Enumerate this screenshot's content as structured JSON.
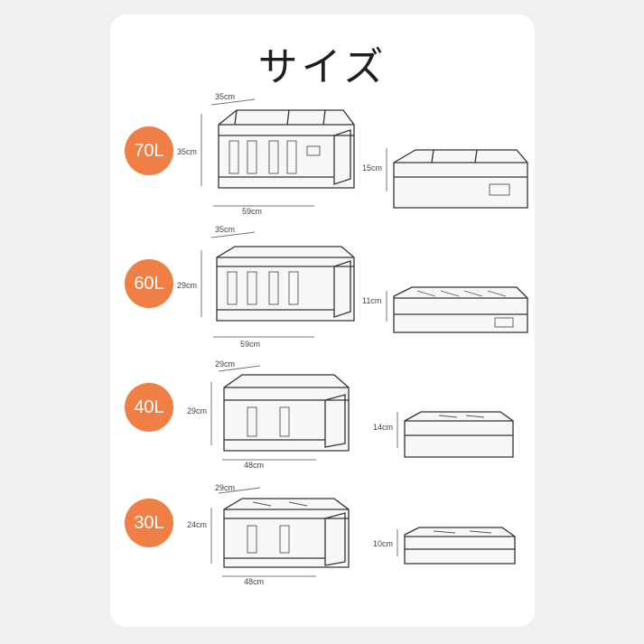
{
  "title": "サイズ",
  "accent": "#f07f45",
  "sizes": [
    {
      "label": "70L",
      "width": "59cm",
      "depth": "35cm",
      "height": "35cm",
      "folded": "15cm"
    },
    {
      "label": "60L",
      "width": "59cm",
      "depth": "35cm",
      "height": "29cm",
      "folded": "11cm"
    },
    {
      "label": "40L",
      "width": "48cm",
      "depth": "29cm",
      "height": "29cm",
      "folded": "14cm"
    },
    {
      "label": "30L",
      "width": "48cm",
      "depth": "29cm",
      "height": "24cm",
      "folded": "10cm"
    }
  ]
}
